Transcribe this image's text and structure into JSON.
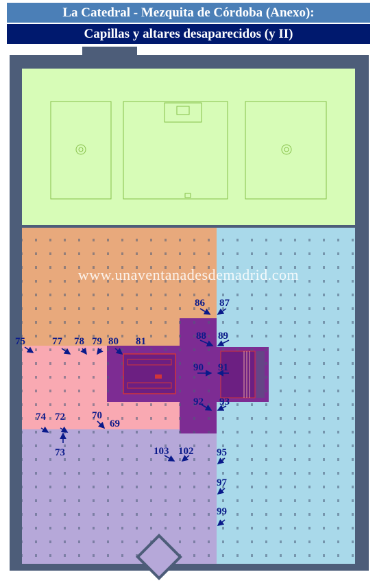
{
  "header": {
    "title": "La Catedral - Mezquita de Córdoba (Anexo):",
    "subtitle": "Capillas y altares desaparecidos (y II)"
  },
  "watermark": "www.unaventanadesdemadrid.com",
  "colors": {
    "title_bar": "#4b7fb7",
    "subtitle_bar": "#00196e",
    "walls": "#4d5d79",
    "courtyard": "#d7fcb7",
    "zone_orange": "#e8a97c",
    "zone_pink": "#f9a9b2",
    "zone_purple_light": "#b6a8d9",
    "zone_blue": "#a9d9ea",
    "zone_cathedral": "#7d2c93",
    "labels": "#0a1a8a"
  },
  "labels": [
    {
      "id": "75",
      "text": "75"
    },
    {
      "id": "77",
      "text": "77"
    },
    {
      "id": "78",
      "text": "78"
    },
    {
      "id": "79",
      "text": "79"
    },
    {
      "id": "80",
      "text": "80"
    },
    {
      "id": "81",
      "text": "81"
    },
    {
      "id": "86",
      "text": "86"
    },
    {
      "id": "87",
      "text": "87"
    },
    {
      "id": "88",
      "text": "88"
    },
    {
      "id": "89",
      "text": "89"
    },
    {
      "id": "90",
      "text": "90"
    },
    {
      "id": "91",
      "text": "91"
    },
    {
      "id": "92",
      "text": "92"
    },
    {
      "id": "93",
      "text": "93"
    },
    {
      "id": "74",
      "text": "74"
    },
    {
      "id": "72",
      "text": "72"
    },
    {
      "id": "73",
      "text": "73"
    },
    {
      "id": "70",
      "text": "70"
    },
    {
      "id": "69",
      "text": "69"
    },
    {
      "id": "103",
      "text": "103"
    },
    {
      "id": "102",
      "text": "102"
    },
    {
      "id": "95",
      "text": "95"
    },
    {
      "id": "97",
      "text": "97"
    },
    {
      "id": "99",
      "text": "99"
    }
  ]
}
